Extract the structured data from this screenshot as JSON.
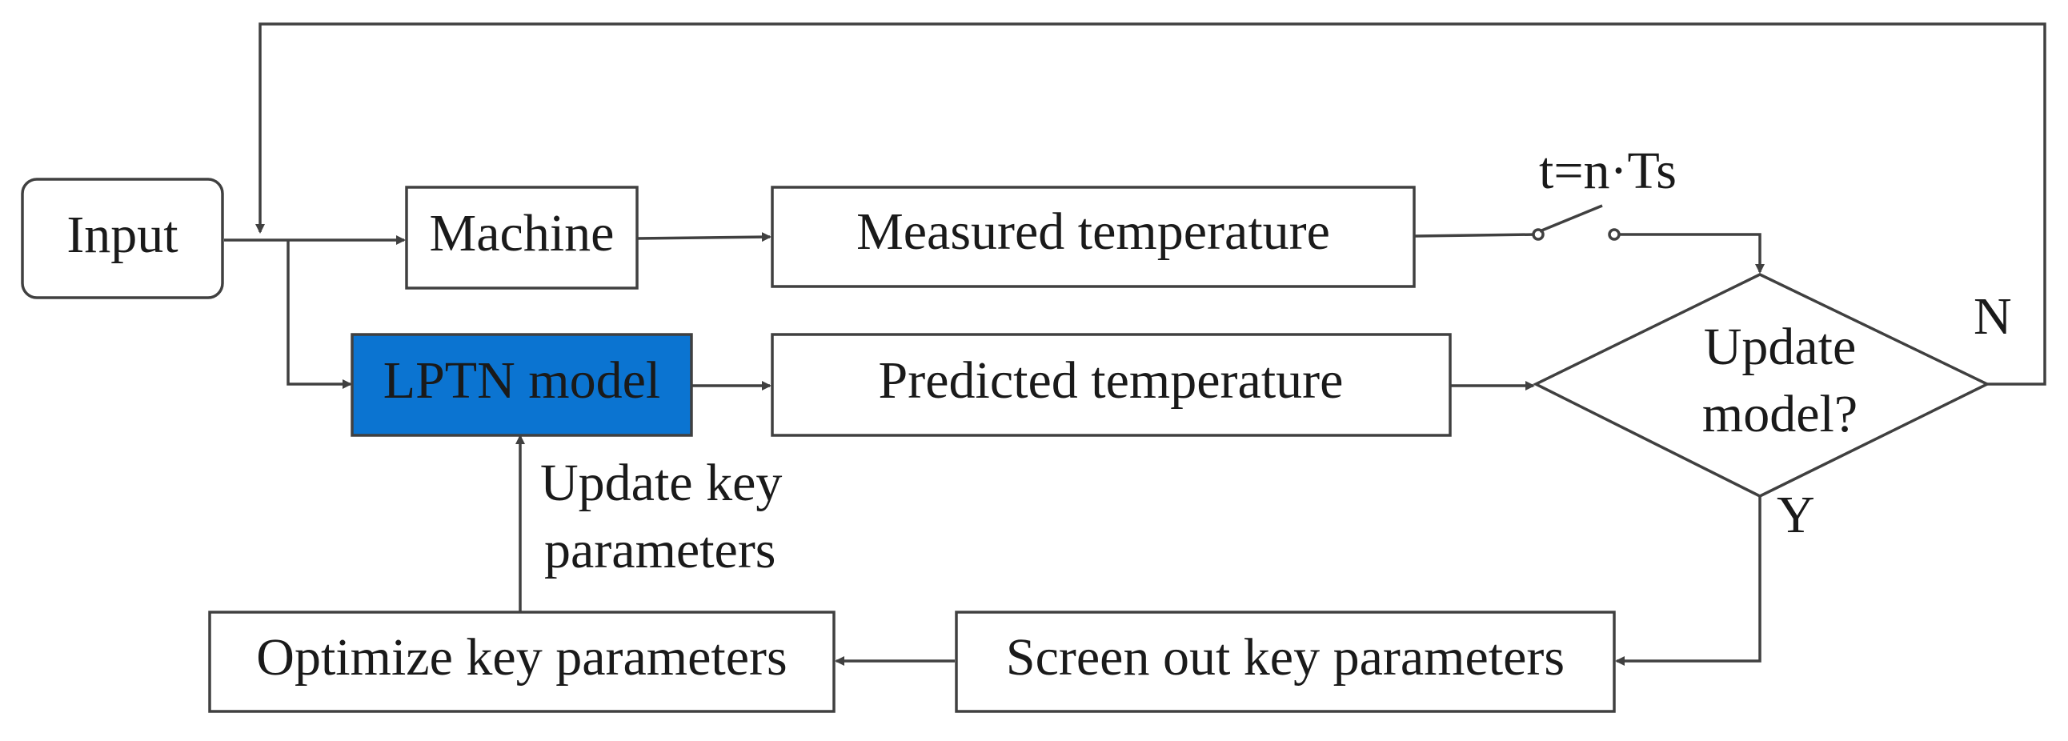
{
  "nodes": {
    "input": "Input",
    "machine": "Machine",
    "measured": "Measured temperature",
    "lptn": "LPTN model",
    "predicted": "Predicted temperature",
    "decision_line1": "Update",
    "decision_line2": "model?",
    "screen": "Screen out key parameters",
    "optimize": "Optimize key parameters"
  },
  "labels": {
    "switch": "t=n·Ts",
    "no": "N",
    "yes": "Y",
    "update_line1": "Update key",
    "update_line2": "parameters"
  },
  "colors": {
    "stroke": "#404040",
    "lptn_fill": "#0b74d1",
    "text": "#1a1a1a"
  }
}
